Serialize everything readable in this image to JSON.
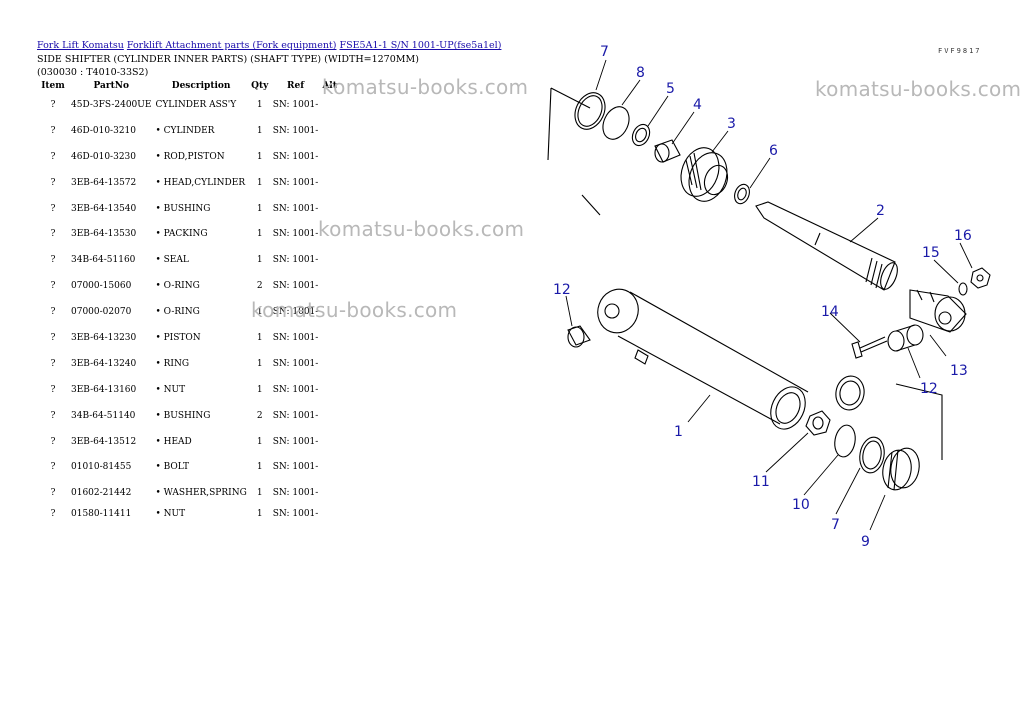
{
  "breadcrumb": [
    {
      "label": "Fork Lift Komatsu"
    },
    {
      "label": "Forklift Attachment parts (Fork equipment)"
    },
    {
      "label": "FSE5A1-1 S/N 1001-UP(fse5a1el)"
    }
  ],
  "page_title": "SIDE SHIFTER (CYLINDER INNER PARTS) (SHAFT TYPE) (WIDTH=1270MM)(030030 : T4010-33S2)",
  "table": {
    "headers": [
      "Item",
      "PartNo",
      "Description",
      "Qty",
      "Ref",
      "Alt"
    ],
    "rows": [
      [
        "?",
        "45D-3FS-2400UE",
        "CYLINDER ASS'Y",
        "1",
        "SN: 1001-",
        ""
      ],
      [
        "?",
        "46D-010-3210",
        "• CYLINDER",
        "1",
        "SN: 1001-",
        ""
      ],
      [
        "?",
        "46D-010-3230",
        "• ROD,PISTON",
        "1",
        "SN: 1001-",
        ""
      ],
      [
        "?",
        "3EB-64-13572",
        "• HEAD,CYLINDER",
        "1",
        "SN: 1001-",
        ""
      ],
      [
        "?",
        "3EB-64-13540",
        "• BUSHING",
        "1",
        "SN: 1001-",
        ""
      ],
      [
        "?",
        "3EB-64-13530",
        "• PACKING",
        "1",
        "SN: 1001-",
        ""
      ],
      [
        "?",
        "34B-64-51160",
        "• SEAL",
        "1",
        "SN: 1001-",
        ""
      ],
      [
        "?",
        "07000-15060",
        "• O-RING",
        "2",
        "SN: 1001-",
        ""
      ],
      [
        "?",
        "07000-02070",
        "• O-RING",
        "1",
        "SN: 1001-",
        ""
      ],
      [
        "?",
        "3EB-64-13230",
        "• PISTON",
        "1",
        "SN: 1001-",
        ""
      ],
      [
        "?",
        "3EB-64-13240",
        "• RING",
        "1",
        "SN: 1001-",
        ""
      ],
      [
        "?",
        "3EB-64-13160",
        "• NUT",
        "1",
        "SN: 1001-",
        ""
      ],
      [
        "?",
        "34B-64-51140",
        "• BUSHING",
        "2",
        "SN: 1001-",
        ""
      ],
      [
        "?",
        "3EB-64-13512",
        "• HEAD",
        "1",
        "SN: 1001-",
        ""
      ],
      [
        "?",
        "01010-81455",
        "• BOLT",
        "1",
        "SN: 1001-",
        ""
      ],
      [
        "?",
        "01602-21442",
        "• WASHER,SPRING",
        "1",
        "SN: 1001-",
        ""
      ],
      [
        "?",
        "01580-11411",
        "• NUT",
        "1",
        "SN: 1001-",
        ""
      ]
    ]
  },
  "watermark": "komatsu-books.com",
  "diagram": {
    "code": "FVF9817",
    "callouts": {
      "c1": "1",
      "c2": "2",
      "c3": "3",
      "c4": "4",
      "c5": "5",
      "c6": "6",
      "c7a": "7",
      "c7b": "7",
      "c8": "8",
      "c9": "9",
      "c10": "10",
      "c11": "11",
      "c12a": "12",
      "c12b": "12",
      "c13": "13",
      "c14": "14",
      "c15": "15",
      "c16": "16"
    },
    "callout_color": "#1a1aa8"
  }
}
